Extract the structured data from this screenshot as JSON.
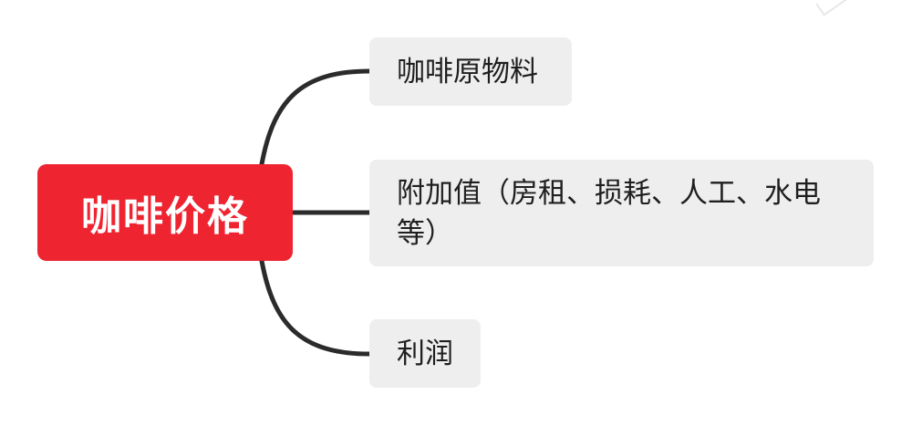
{
  "mindmap": {
    "root": {
      "label": "咖啡价格",
      "color": "#ee2430"
    },
    "children": [
      {
        "label": "咖啡原物料"
      },
      {
        "label": "附加值（房租、损耗、人工、水电等）"
      },
      {
        "label": "利润"
      }
    ],
    "node_background": "#eeeeee",
    "connector_color": "#2b2b2b"
  }
}
